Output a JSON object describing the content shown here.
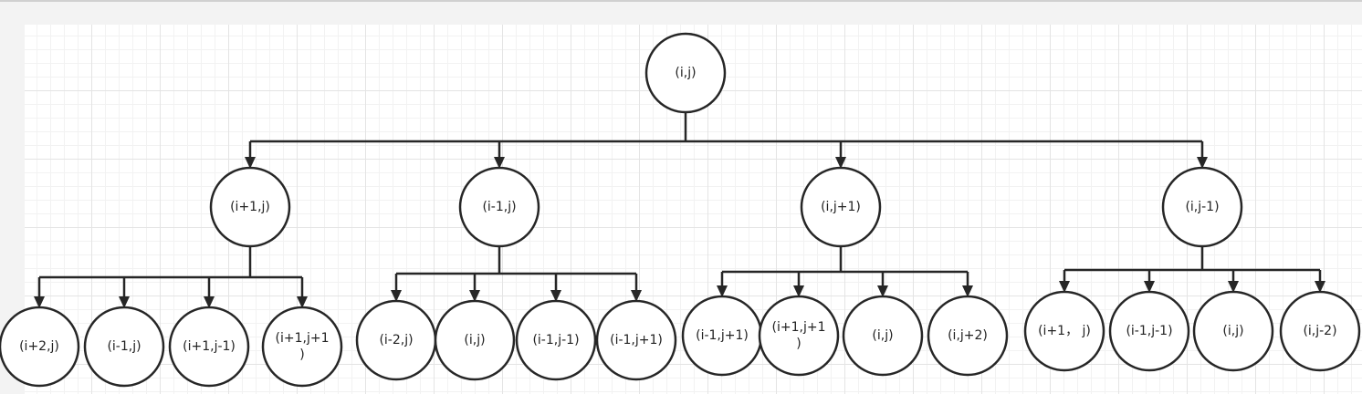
{
  "diagram": {
    "root": {
      "label": "(i,j)"
    },
    "children": [
      {
        "label": "(i+1,j)",
        "children": [
          {
            "label": "(i+2,j)"
          },
          {
            "label": "(i-1,j)"
          },
          {
            "label": "(i+1,j-1)"
          },
          {
            "lines": [
              "(i+1,j+1",
              ")"
            ]
          }
        ]
      },
      {
        "label": "(i-1,j)",
        "children": [
          {
            "label": "(i-2,j)"
          },
          {
            "label": "(i,j)"
          },
          {
            "label": "(i-1,j-1)"
          },
          {
            "label": "(i-1,j+1)"
          }
        ]
      },
      {
        "label": "(i,j+1)",
        "children": [
          {
            "label": "(i-1,j+1)"
          },
          {
            "lines": [
              "(i+1,j+1",
              ")"
            ]
          },
          {
            "label": "(i,j)"
          },
          {
            "label": "(i,j+2)"
          }
        ]
      },
      {
        "label": "(i,j-1)",
        "children": [
          {
            "label": "(i+1， j)"
          },
          {
            "label": "(i-1,j-1)"
          },
          {
            "label": "(i,j)"
          },
          {
            "label": "(i,j-2)"
          }
        ]
      }
    ]
  },
  "colors": {
    "stroke": "#262626",
    "node_fill": "#ffffff",
    "text": "#222222"
  }
}
